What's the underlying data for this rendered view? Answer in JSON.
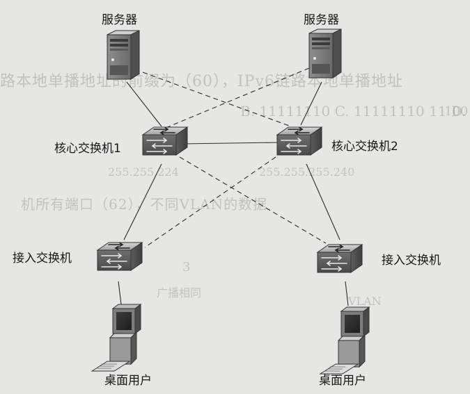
{
  "nodes": {
    "server_left": "服务器",
    "server_right": "服务器",
    "core_left": "核心交换机1",
    "core_right": "核心交换机2",
    "access_left": "接入交换机",
    "access_right": "接入交换机",
    "desktop_left": "桌面用户",
    "desktop_right": "桌面用户"
  },
  "bleed_through": {
    "line1": "路本地单播地址的前缀为（60），IPv6链路本地单播地址",
    "line2": "B. 11111110 C. 11111110 11 D.",
    "line3": "100",
    "line4": "255.255.224  255.255.255.240",
    "line5": "机所有端口（62），不同VLAN的数据",
    "line6": "3",
    "line7": "VLAN",
    "line8": "广播相同"
  }
}
